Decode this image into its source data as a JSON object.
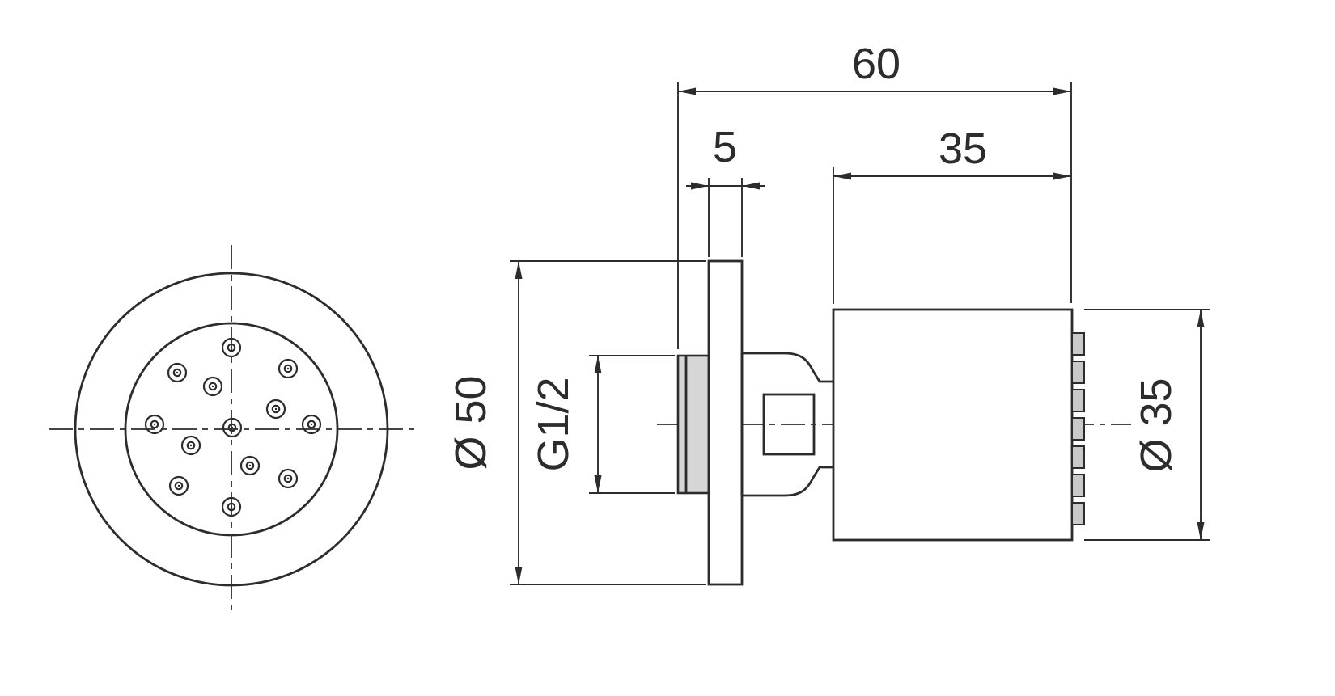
{
  "drawing": {
    "type": "technical-dimension-drawing",
    "subject": "shower body side-jet, front view and side section view",
    "background_color": "#ffffff",
    "line_color": "#2c2c2c",
    "dimensions": {
      "overall_depth": "60",
      "plate_thickness": "5",
      "body_length": "35",
      "plate_diameter": "Ø 50",
      "thread_size": "G1/2",
      "body_diameter": "Ø 35"
    }
  }
}
